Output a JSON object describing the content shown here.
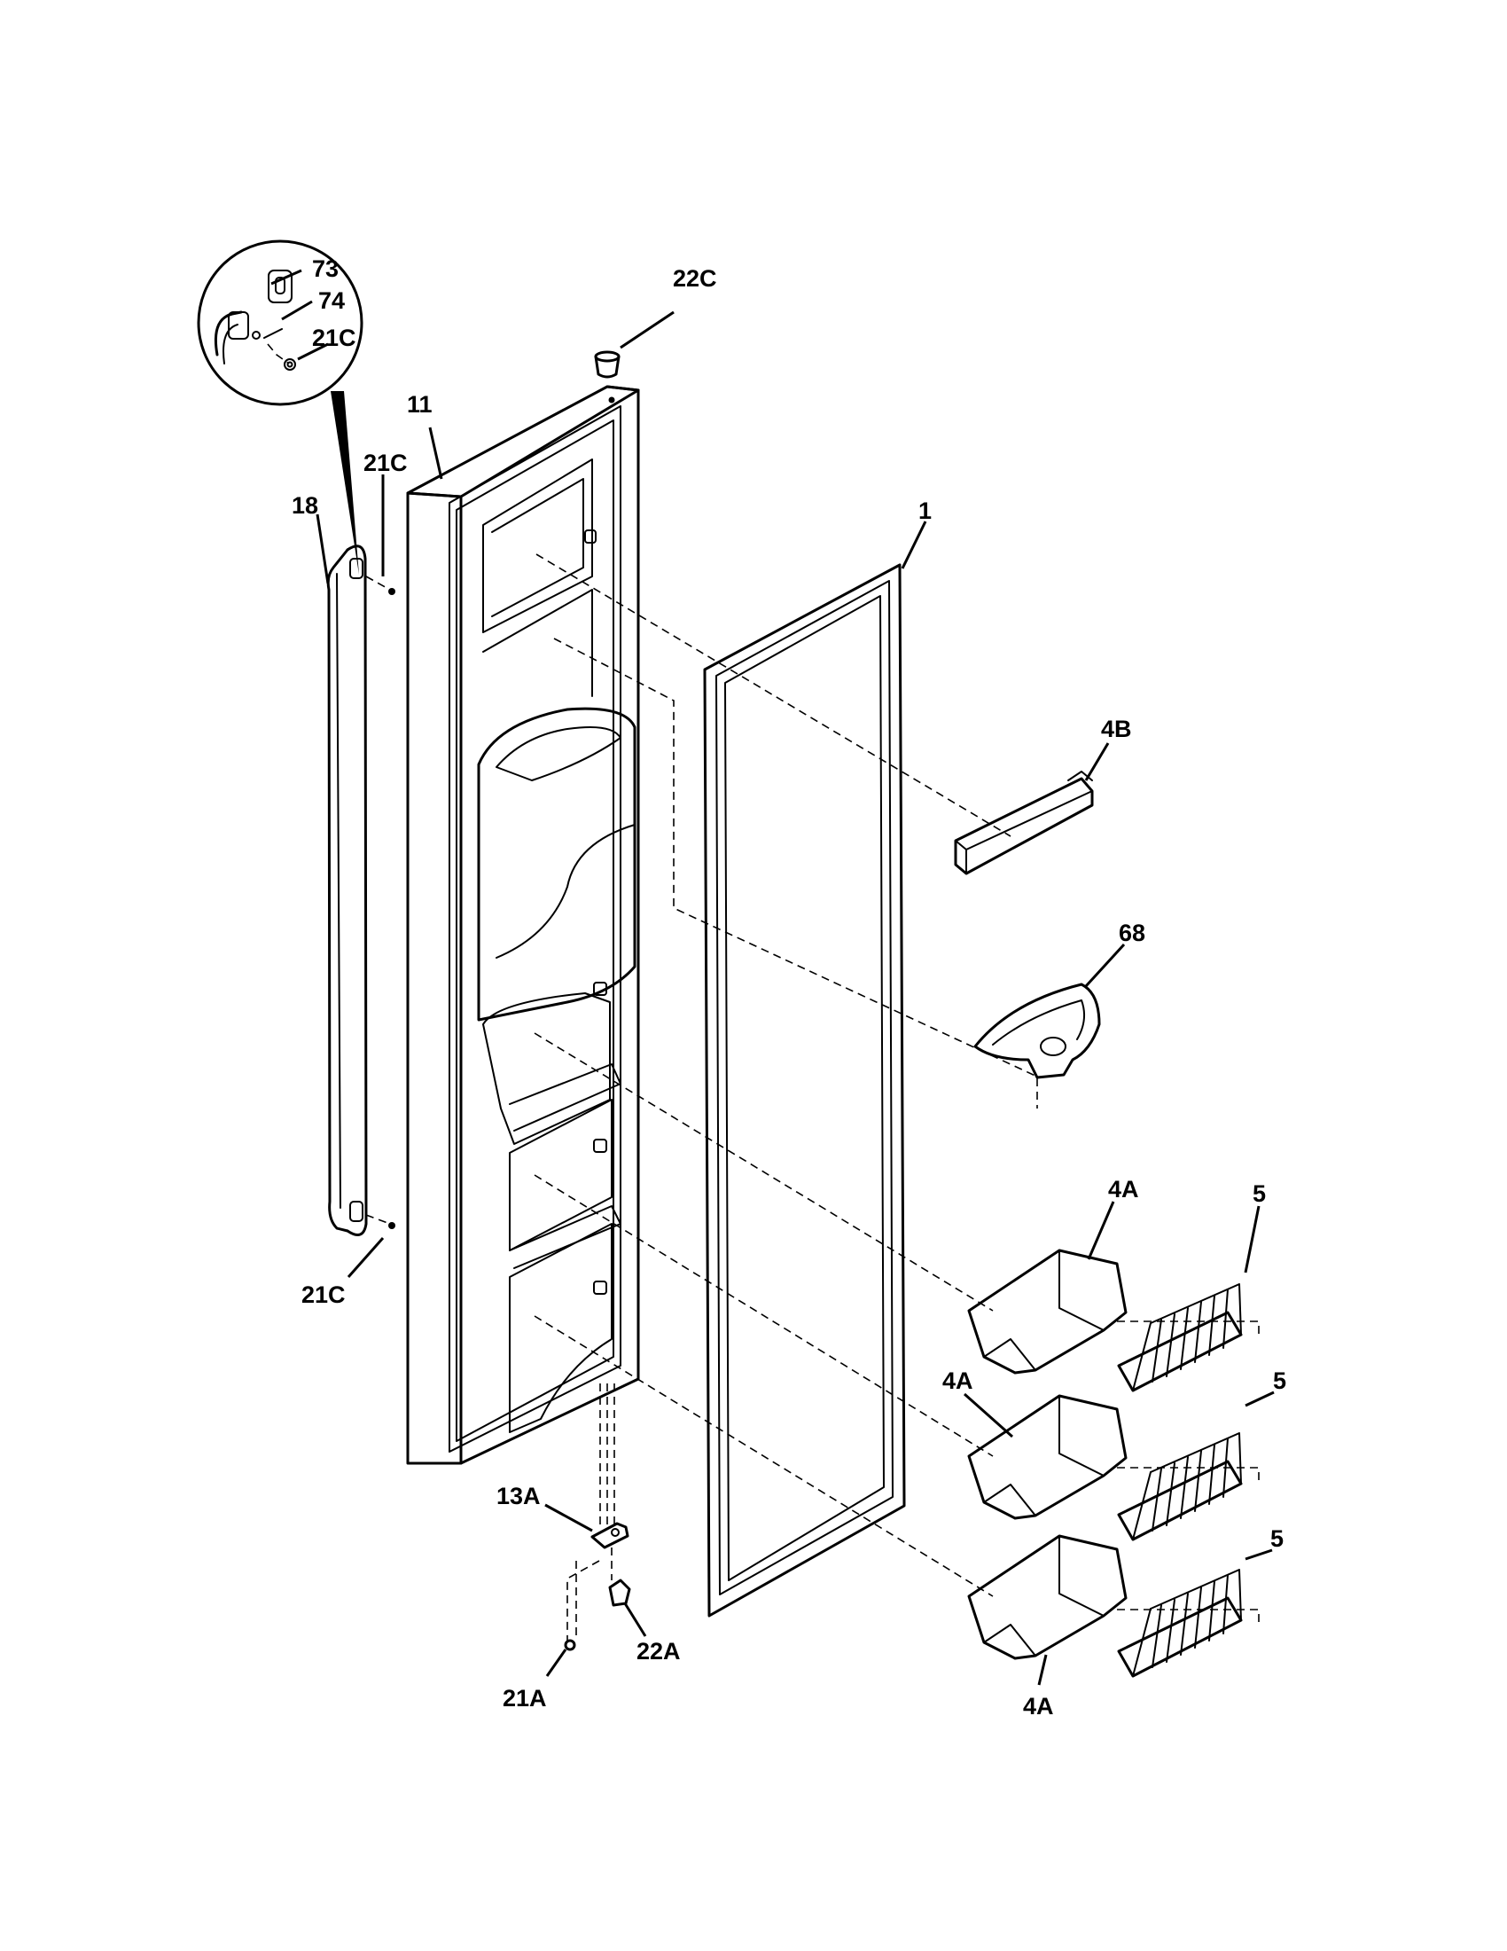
{
  "callouts": {
    "c73": "73",
    "c74": "74",
    "c21c_inset": "21C",
    "c22c": "22C",
    "c11": "11",
    "c21c_top": "21C",
    "c18": "18",
    "c1": "1",
    "c4b": "4B",
    "c68": "68",
    "c4a_1": "4A",
    "c5_1": "5",
    "c21c_bottom": "21C",
    "c4a_2": "4A",
    "c5_2": "5",
    "c13a": "13A",
    "c5_3": "5",
    "c22a": "22A",
    "c21a": "21A",
    "c4a_3": "4A"
  }
}
